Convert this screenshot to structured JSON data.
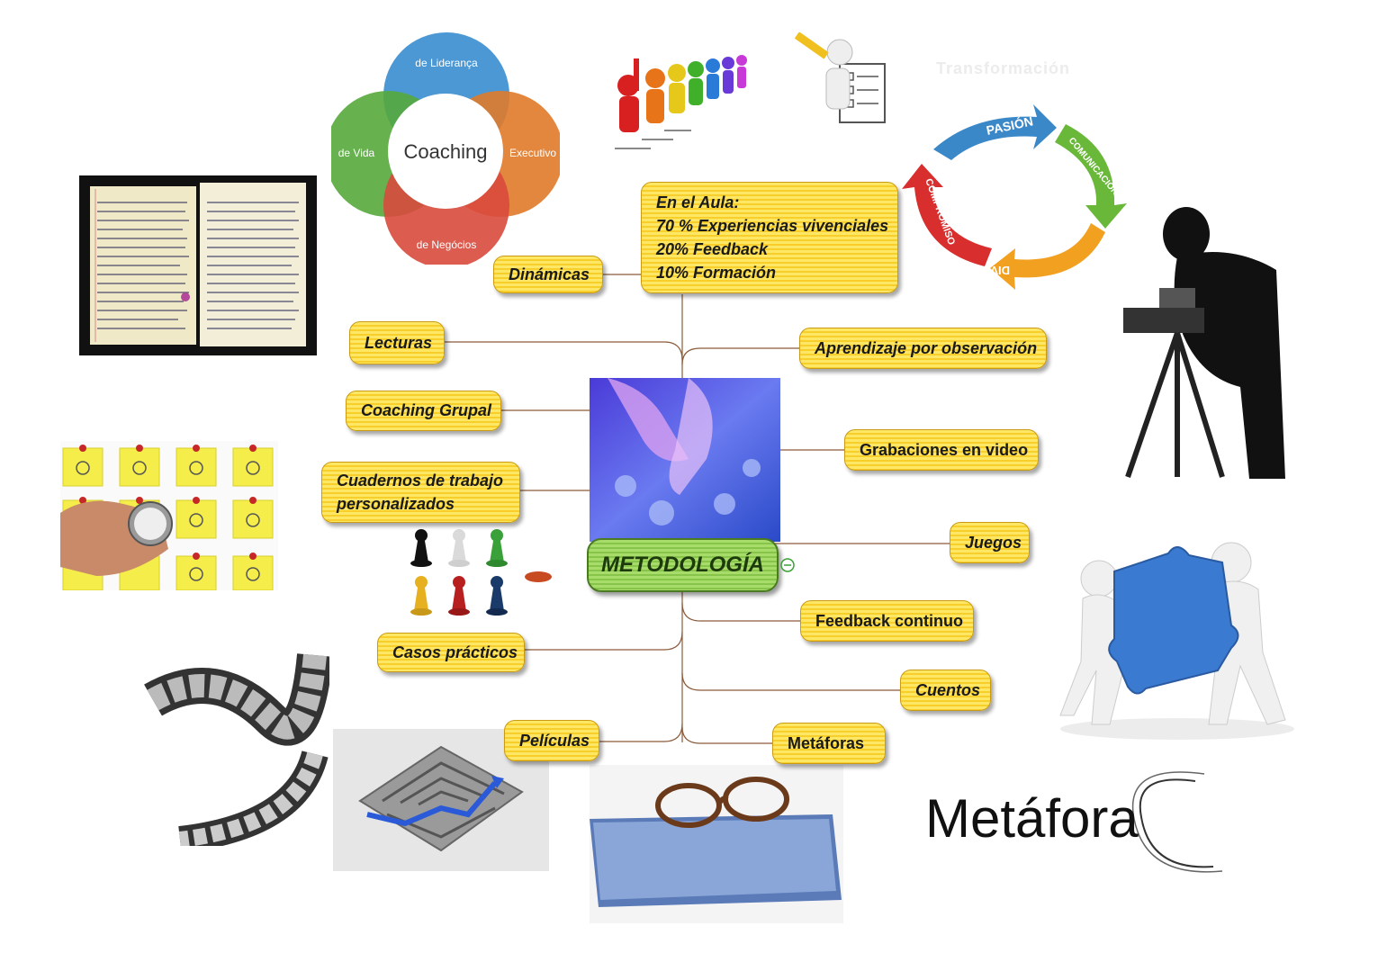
{
  "center": {
    "label": "METODOLOGÍA"
  },
  "aula": {
    "title": "En el Aula:",
    "line1": "70 % Experiencias vivenciales",
    "line2": "20% Feedback",
    "line3": "10% Formación"
  },
  "left_nodes": {
    "dinamicas": "Dinámicas",
    "lecturas": "Lecturas",
    "coaching_grupal": "Coaching Grupal",
    "cuadernos_1": "Cuadernos de trabajo",
    "cuadernos_2": "personalizados",
    "casos": "Casos prácticos",
    "peliculas": "Películas"
  },
  "right_nodes": {
    "aprendizaje": "Aprendizaje por observación",
    "grabaciones": "Grabaciones en video",
    "juegos": "Juegos",
    "feedback": "Feedback continuo",
    "cuentos": "Cuentos",
    "metaforas": "Metáforas"
  },
  "coaching_venn": {
    "center": "Coaching",
    "top": "de Liderança",
    "left": "de Vida",
    "right": "Executivo",
    "bottom": "de Negócios",
    "colors": {
      "top": "#3d8fd1",
      "left": "#57a83c",
      "right": "#e07a2a",
      "bottom": "#d84a3c"
    }
  },
  "cycle": {
    "pasion": "PASIÓN",
    "comunicacion": "COMUNICACIÓN",
    "diversion": "DIVERSIÓN",
    "compromiso": "COMPROMISO",
    "faded_caption": "Transformación"
  },
  "metafora_logo": "Metáfora",
  "colors": {
    "node_fill": "#ffe766",
    "node_border": "#c99a12",
    "center_fill": "#a8dc6a",
    "connector": "#8a5a3a"
  }
}
